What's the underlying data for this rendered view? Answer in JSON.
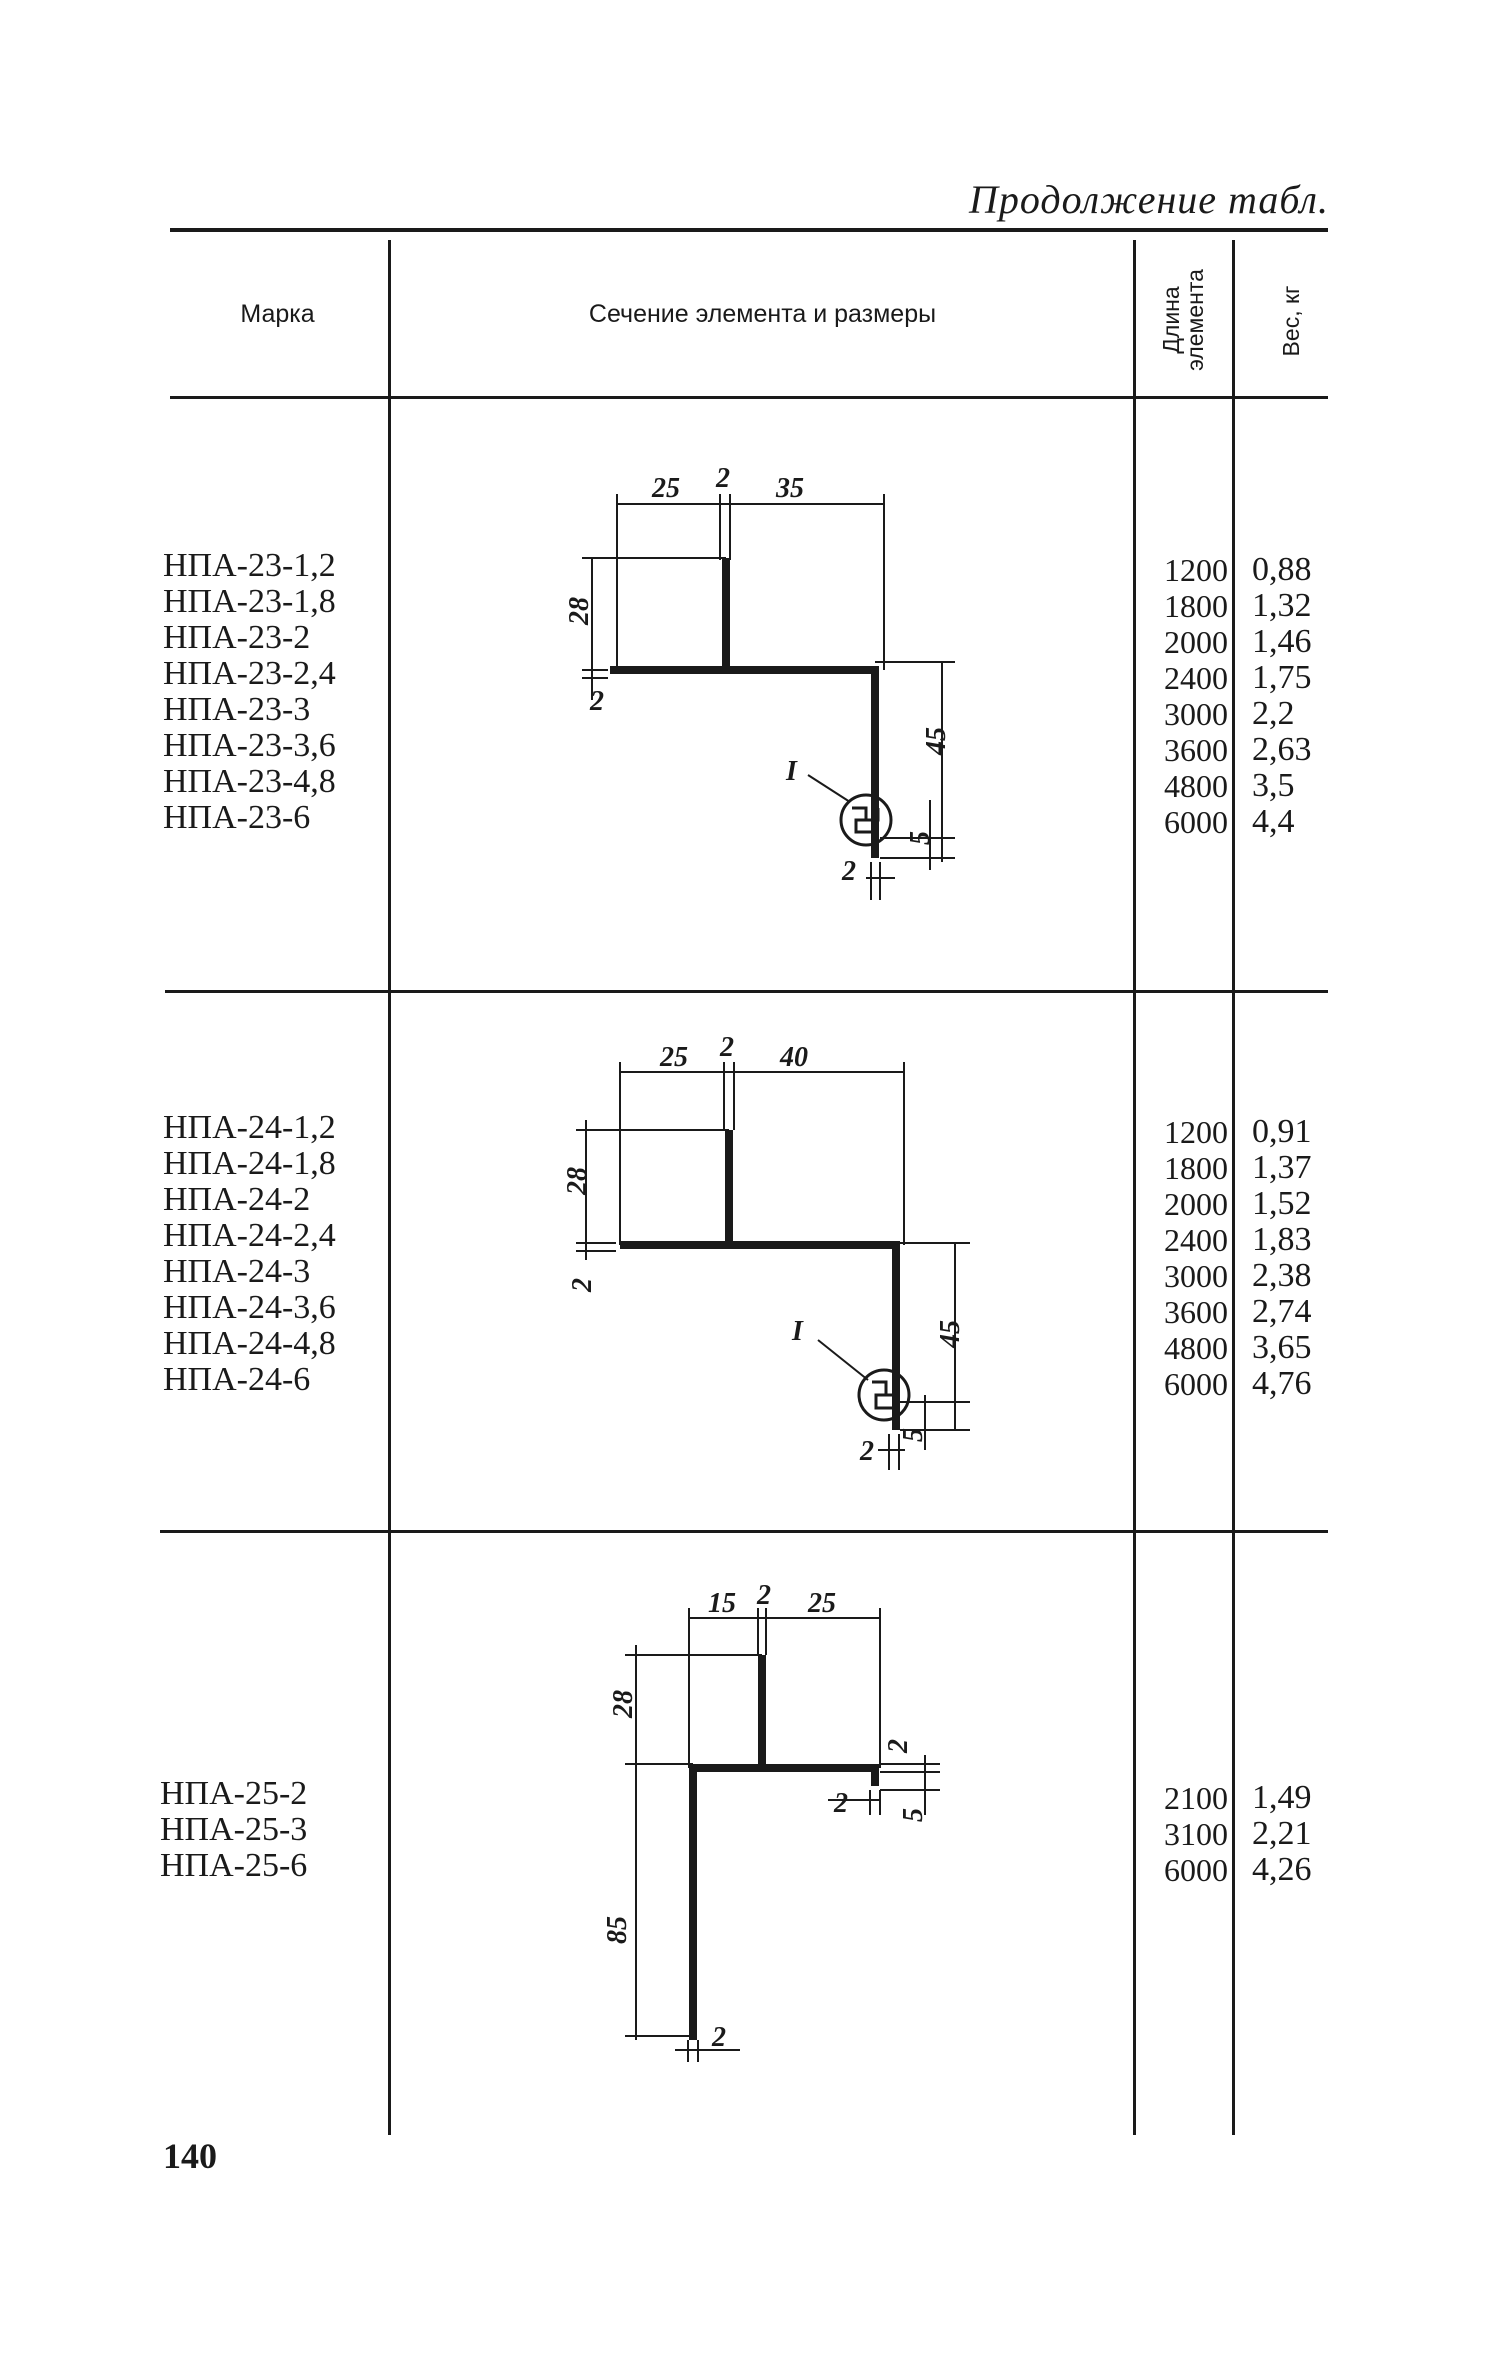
{
  "caption": "Продолжение табл.",
  "header": {
    "mark": "Марка",
    "section": "Сечение элемента и размеры",
    "length_line1": "Длина",
    "length_line2": "элемента",
    "weight": "Вес, кг"
  },
  "rows": [
    {
      "marks": [
        "НПА-23-1,2",
        "НПА-23-1,8",
        "НПА-23-2",
        "НПА-23-2,4",
        "НПА-23-3",
        "НПА-23-3,6",
        "НПА-23-4,8",
        "НПА-23-6"
      ],
      "lengths": [
        "1200",
        "1800",
        "2000",
        "2400",
        "3000",
        "3600",
        "4800",
        "6000"
      ],
      "weights": [
        "0,88",
        "1,32",
        "1,46",
        "1,75",
        "2,2",
        "2,63",
        "3,5",
        "4,4"
      ],
      "dims": {
        "d1": "25",
        "d2": "2",
        "d3": "35",
        "d4": "28",
        "d5": "2",
        "d6": "45",
        "d7": "5",
        "d8": "2",
        "detail": "I"
      }
    },
    {
      "marks": [
        "НПА-24-1,2",
        "НПА-24-1,8",
        "НПА-24-2",
        "НПА-24-2,4",
        "НПА-24-3",
        "НПА-24-3,6",
        "НПА-24-4,8",
        "НПА-24-6"
      ],
      "lengths": [
        "1200",
        "1800",
        "2000",
        "2400",
        "3000",
        "3600",
        "4800",
        "6000"
      ],
      "weights": [
        "0,91",
        "1,37",
        "1,52",
        "1,83",
        "2,38",
        "2,74",
        "3,65",
        "4,76"
      ],
      "dims": {
        "d1": "25",
        "d2": "2",
        "d3": "40",
        "d4": "28",
        "d5": "2",
        "d6": "45",
        "d7": "5",
        "d8": "2",
        "detail": "I"
      }
    },
    {
      "marks": [
        "НПА-25-2",
        "НПА-25-3",
        "НПА-25-6"
      ],
      "lengths": [
        "2100",
        "3100",
        "6000"
      ],
      "weights": [
        "1,49",
        "2,21",
        "4,26"
      ],
      "dims": {
        "d1": "15",
        "d2": "2",
        "d3": "25",
        "d4": "28",
        "d5": "2",
        "d6": "2",
        "d7": "5",
        "d8": "85",
        "d9": "2"
      }
    }
  ],
  "page_number": "140"
}
